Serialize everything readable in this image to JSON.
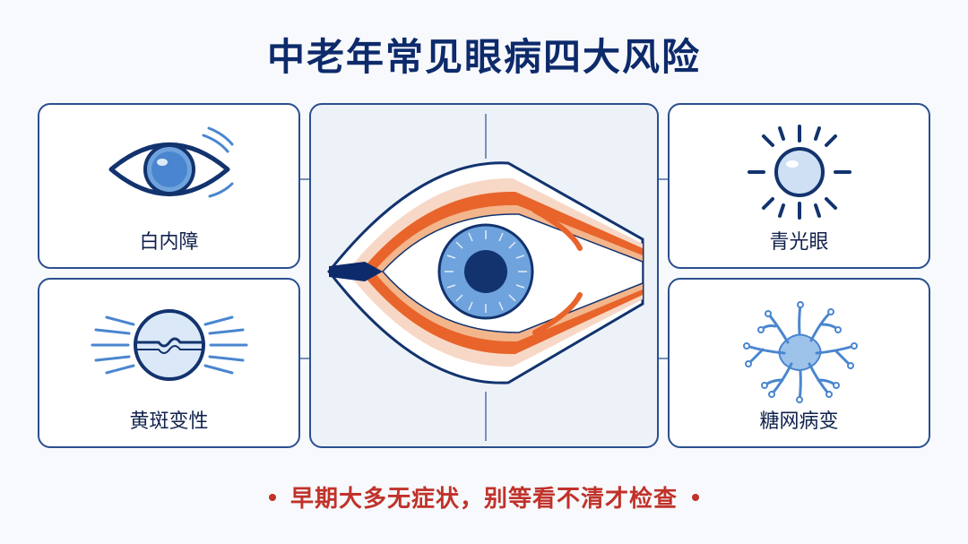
{
  "title": "中老年常见眼病四大风险",
  "diseases": {
    "cataract": {
      "label": "白内障",
      "icon": "eye-icon"
    },
    "glaucoma": {
      "label": "青光眼",
      "icon": "sun-pressure-icon"
    },
    "macular": {
      "label": "黄斑变性",
      "icon": "macula-icon"
    },
    "diabetic": {
      "label": "糖网病变",
      "icon": "vessel-network-icon"
    }
  },
  "footer": {
    "text": "早期大多无症状，别等看不清才检查"
  },
  "colors": {
    "navy": "#0d2a6b",
    "border": "#2b4f8f",
    "accent": "#c0322a",
    "orange": "#e8642a",
    "iris": "#4a86cf"
  }
}
